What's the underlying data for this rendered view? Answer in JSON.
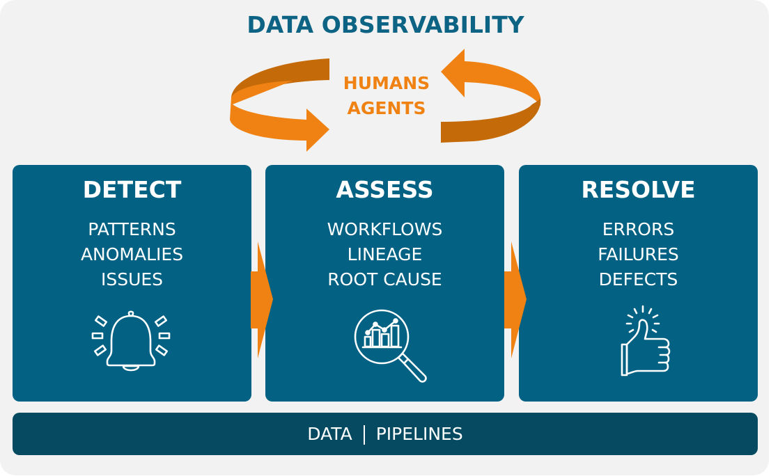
{
  "title": "DATA OBSERVABILITY",
  "cycle": {
    "lines": [
      "HUMANS",
      "AGENTS"
    ],
    "icon": "circular-arrows-icon"
  },
  "stages": [
    {
      "title": "DETECT",
      "items": [
        "PATTERNS",
        "ANOMALIES",
        "ISSUES"
      ],
      "icon": "alarm-bell-icon"
    },
    {
      "title": "ASSESS",
      "items": [
        "WORKFLOWS",
        "LINEAGE",
        "ROOT CAUSE"
      ],
      "icon": "magnifier-chart-icon"
    },
    {
      "title": "RESOLVE",
      "items": [
        "ERRORS",
        "FAILURES",
        "DEFECTS"
      ],
      "icon": "thumbs-up-icon"
    }
  ],
  "foundation": {
    "left": "DATA",
    "right": "PIPELINES"
  },
  "colors": {
    "card": "#036283",
    "foundation": "#054a60",
    "title": "#0d6383",
    "accent": "#ef8212",
    "accent_dark": "#c46a08",
    "background": "#f2f2f2"
  }
}
